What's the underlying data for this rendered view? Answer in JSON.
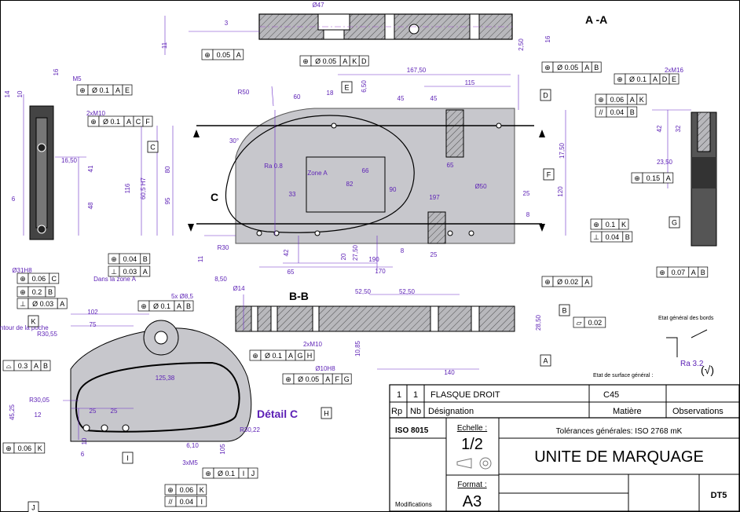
{
  "sections": {
    "aa": "A -A",
    "bb": "B-B",
    "detail": "Détail C",
    "c": "C"
  },
  "datums": [
    "A",
    "B",
    "C",
    "D",
    "E",
    "F",
    "G",
    "H",
    "I",
    "J",
    "K"
  ],
  "dims_top": [
    "Ø47",
    "3",
    "11",
    "2,50",
    "16",
    "167,50",
    "115",
    "60",
    "18",
    "45",
    "45",
    "6,50",
    "R50",
    "16",
    "10",
    "14",
    "M5"
  ],
  "dims_front": [
    "30°",
    "R30",
    "Zone A",
    "66",
    "82",
    "90",
    "33",
    "65",
    "197",
    "Ø50",
    "25",
    "116",
    "80",
    "95",
    "60,5 H7",
    "17,50",
    "120",
    "8",
    "42",
    "20",
    "27,50",
    "190",
    "170",
    "65",
    "25",
    "11",
    "8",
    "Ra 0.8"
  ],
  "dims_left": [
    "16,50",
    "41",
    "48",
    "6",
    "2xM10"
  ],
  "dims_right": [
    "2xM16",
    "42",
    "32",
    "23,50"
  ],
  "dims_bb": [
    "Ø14",
    "8,50",
    "5x Ø8,5",
    "52,50",
    "52,50",
    "28,50",
    "10,85",
    "140",
    "2xM10",
    "Ø10H8"
  ],
  "dims_detail": [
    "102",
    "75",
    "125,38",
    "R30,55",
    "R30,22",
    "R30,05",
    "25",
    "25",
    "45,25",
    "12",
    "6",
    "10",
    "105",
    "6,10",
    "3xM5",
    "Ø31H8",
    "Sur toute le contour de la poche",
    "Dans la zone A"
  ],
  "fcf": [
    {
      "sym": "⊕",
      "cells": [
        "0.05",
        "A"
      ]
    },
    {
      "sym": "⊕",
      "cells": [
        "Ø 0.05",
        "A",
        "K",
        "D"
      ]
    },
    {
      "sym": "⊕",
      "cells": [
        "Ø 0.1",
        "A",
        "E"
      ]
    },
    {
      "sym": "⊕",
      "cells": [
        "Ø 0.1",
        "A",
        "C",
        "F"
      ]
    },
    {
      "sym": "⊕",
      "cells": [
        "Ø 0.05",
        "A",
        "B"
      ]
    },
    {
      "sym": "⊕",
      "cells": [
        "Ø 0.1",
        "A",
        "D",
        "E"
      ]
    },
    {
      "sym": "⊕",
      "cells": [
        "0.06",
        "A",
        "K"
      ]
    },
    {
      "sym": "//",
      "cells": [
        "0.04",
        "B"
      ]
    },
    {
      "sym": "⊕",
      "cells": [
        "0.15",
        "A"
      ]
    },
    {
      "sym": "⊕",
      "cells": [
        "0.07",
        "A",
        "B"
      ]
    },
    {
      "sym": "⊕",
      "cells": [
        "0.1",
        "K"
      ]
    },
    {
      "sym": "⊥",
      "cells": [
        "0.04",
        "B"
      ]
    },
    {
      "sym": "⊕",
      "cells": [
        "0.04",
        "B"
      ]
    },
    {
      "sym": "⊥",
      "cells": [
        "0.03",
        "A"
      ]
    },
    {
      "sym": "⊕",
      "cells": [
        "0.06",
        "C"
      ]
    },
    {
      "sym": "⊕",
      "cells": [
        "0.2",
        "B"
      ]
    },
    {
      "sym": "⊥",
      "cells": [
        "Ø 0.03",
        "A"
      ]
    },
    {
      "sym": "⊕",
      "cells": [
        "Ø 0.1",
        "A",
        "B"
      ]
    },
    {
      "sym": "⊕",
      "cells": [
        "Ø 0.02",
        "A"
      ]
    },
    {
      "sym": "▱",
      "cells": [
        "0.02"
      ]
    },
    {
      "sym": "⊕",
      "cells": [
        "Ø 0.1",
        "A",
        "G",
        "H"
      ]
    },
    {
      "sym": "⊕",
      "cells": [
        "Ø 0.05",
        "A",
        "F",
        "G"
      ]
    },
    {
      "sym": "⌓",
      "cells": [
        "0.3",
        "A",
        "B"
      ]
    },
    {
      "sym": "⊕",
      "cells": [
        "0.06",
        "K"
      ]
    },
    {
      "sym": "⊕",
      "cells": [
        "Ø 0.1",
        "I",
        "J"
      ]
    },
    {
      "sym": "⊕",
      "cells": [
        "0.06",
        "K"
      ]
    },
    {
      "sym": "//",
      "cells": [
        "0.04",
        "I"
      ]
    }
  ],
  "surface": {
    "edges": "Etat général des bords",
    "finish": "Etat de surface général :",
    "ra": "Ra 3.2",
    "check": "(√)"
  },
  "title_block": {
    "row_rp": "1",
    "row_nb": "1",
    "row_designation": "FLASQUE DROIT",
    "row_matiere": "C45",
    "hdr_rp": "Rp",
    "hdr_nb": "Nb",
    "hdr_designation": "Désignation",
    "hdr_matiere": "Matière",
    "hdr_observations": "Observations",
    "iso": "ISO 8015",
    "echelle_label": "Echelle :",
    "echelle": "1/2",
    "format_label": "Format :",
    "format": "A3",
    "tolerances": "Tolérances générales: ISO 2768 mK",
    "title": "UNITE DE MARQUAGE",
    "code": "DT5",
    "modifications": "Modifications"
  }
}
